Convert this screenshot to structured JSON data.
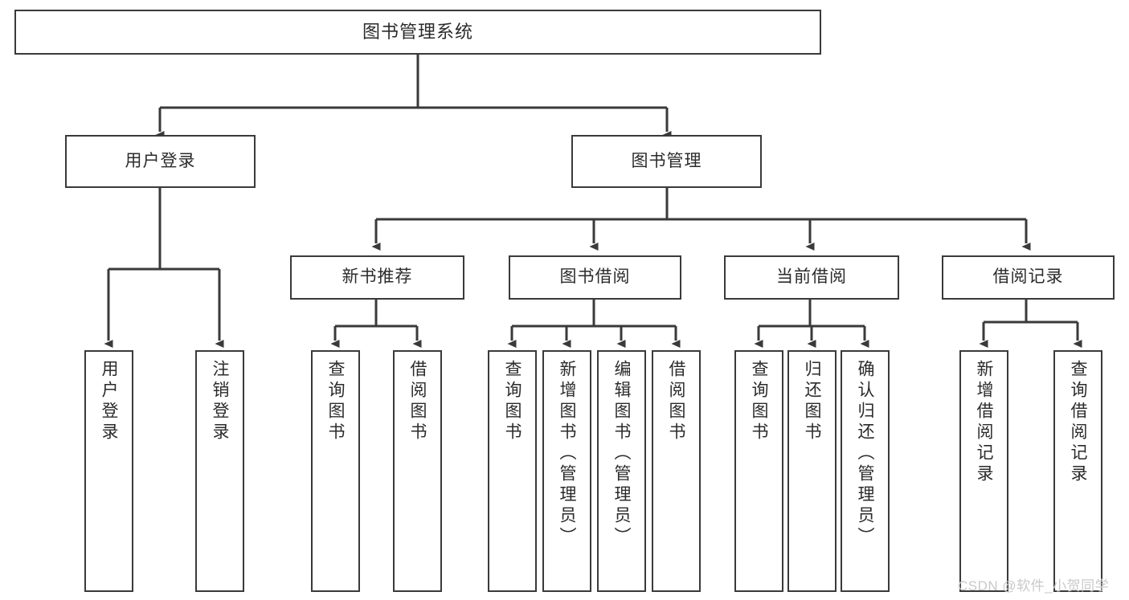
{
  "diagram": {
    "title": "图书管理系统",
    "type": "tree",
    "orientation": "top-down",
    "colors": {
      "node_border": "#3a3a3a",
      "node_fill": "#ffffff",
      "edge": "#3a3a3a",
      "text": "#2b2b2b",
      "watermark": "#c9c9c9",
      "background": "#ffffff"
    },
    "nodes": {
      "root": {
        "label": "图书管理系统"
      },
      "level2": [
        {
          "id": "user-login",
          "label": "用户登录"
        },
        {
          "id": "book-manage",
          "label": "图书管理"
        }
      ],
      "level3": [
        {
          "id": "new-book-recommend",
          "label": "新书推荐"
        },
        {
          "id": "book-borrow",
          "label": "图书借阅"
        },
        {
          "id": "current-borrow",
          "label": "当前借阅"
        },
        {
          "id": "borrow-record",
          "label": "借阅记录"
        }
      ],
      "leaves": {
        "user-login": [
          {
            "id": "leaf-user-login",
            "label": "用户登录"
          },
          {
            "id": "leaf-logout",
            "label": "注销登录"
          }
        ],
        "new-book-recommend": [
          {
            "id": "leaf-query-book-1",
            "label": "查询图书"
          },
          {
            "id": "leaf-borrow-book-1",
            "label": "借阅图书"
          }
        ],
        "book-borrow": [
          {
            "id": "leaf-query-book-2",
            "label": "查询图书"
          },
          {
            "id": "leaf-add-book",
            "label": "新增图书（管理员）"
          },
          {
            "id": "leaf-edit-book",
            "label": "编辑图书（管理员）"
          },
          {
            "id": "leaf-borrow-book-2",
            "label": "借阅图书"
          }
        ],
        "current-borrow": [
          {
            "id": "leaf-query-book-3",
            "label": "查询图书"
          },
          {
            "id": "leaf-return-book",
            "label": "归还图书"
          },
          {
            "id": "leaf-confirm-return",
            "label": "确认归还（管理员）"
          }
        ],
        "borrow-record": [
          {
            "id": "leaf-add-record",
            "label": "新增借阅记录"
          },
          {
            "id": "leaf-query-record",
            "label": "查询借阅记录"
          }
        ]
      }
    },
    "watermark": "CSDN @软件_小贺同学"
  }
}
